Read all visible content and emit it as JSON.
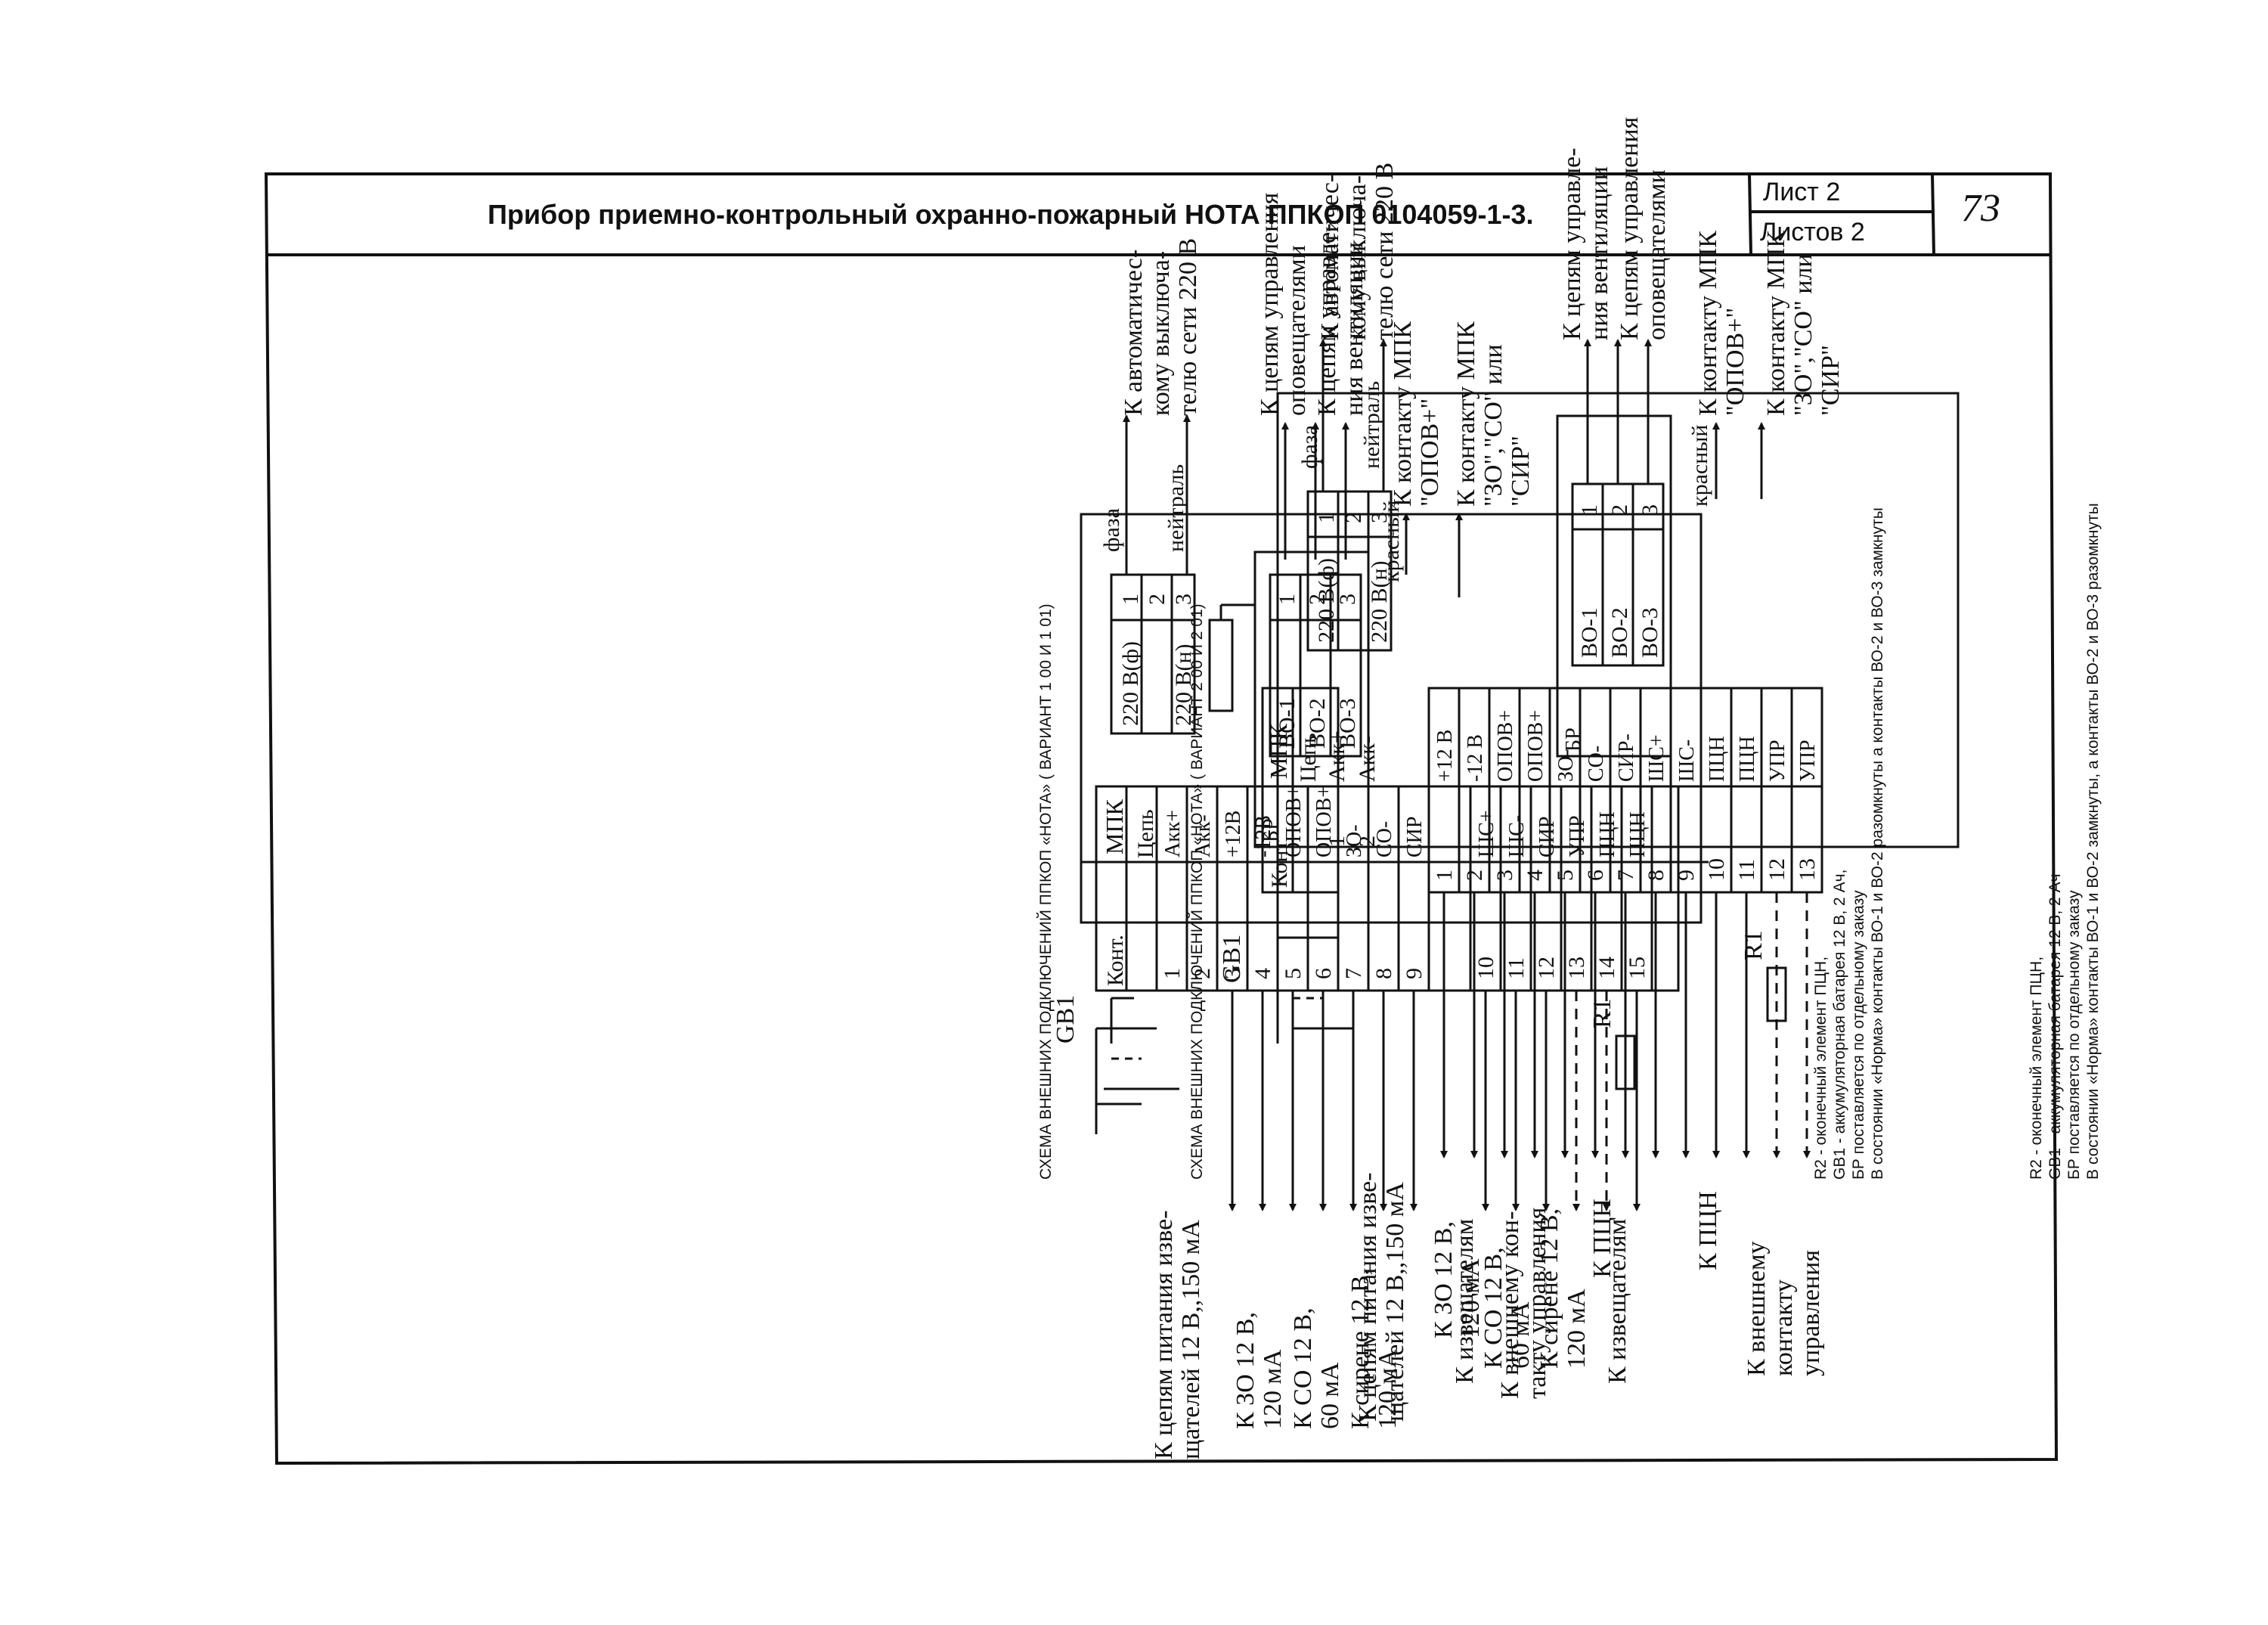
{
  "header": {
    "title": "Прибор приемно-контрольный охранно-пожарный НОТА ППКОП 0104059-1-3.",
    "sheet_label": "Лист 2",
    "sheets_label": "Листов 2",
    "page_number": "73"
  },
  "schemes": [
    {
      "title": "СХЕМА ВНЕШНИХ ПОДКЛЮЧЕНИЙ ППКОП «НОТА» ( ВАРИАНТ 1 00 И 1 01)",
      "gb1": "GB1",
      "r1": "R1",
      "br": "БР",
      "mpk": "МПК",
      "col_cont": "Конт.",
      "col_chain": "Цепь",
      "terminals": [
        {
          "n": "1",
          "name": "Акк+"
        },
        {
          "n": "2",
          "name": "Акк-"
        },
        {
          "n": "3",
          "name": "+12В"
        },
        {
          "n": "4",
          "name": "-12В"
        },
        {
          "n": "5",
          "name": "ОПОВ+"
        },
        {
          "n": "6",
          "name": "ОПОВ+"
        },
        {
          "n": "7",
          "name": "ЗО-"
        },
        {
          "n": "8",
          "name": "СО-"
        },
        {
          "n": "9",
          "name": "СИР"
        },
        {
          "n": "10",
          "name": "ШС+"
        },
        {
          "n": "11",
          "name": "ШС-"
        },
        {
          "n": "12",
          "name": "СИР"
        },
        {
          "n": "13",
          "name": "УПР"
        },
        {
          "n": "14",
          "name": "ПЦН"
        },
        {
          "n": "15",
          "name": "ПЦН"
        }
      ],
      "power_terminals": [
        {
          "n": "1",
          "name": "220 В(ф)"
        },
        {
          "n": "3",
          "name": "220 В(н)"
        }
      ],
      "power_mid": "2",
      "relay": [
        {
          "name": "ВО-1",
          "n": "1"
        },
        {
          "name": "ВО-2",
          "n": "2"
        },
        {
          "name": "ВО-3",
          "n": "3"
        }
      ],
      "labels": {
        "phase": "фаза",
        "neutral": "нейтраль",
        "mains": [
          "К автоматичес-",
          "кому выключа-",
          "телю сети 220 В"
        ],
        "alarm_ctrl": [
          "К цепям управления",
          "оповещателями"
        ],
        "vent_ctrl": [
          "К цепям управле-",
          "ния вентиляции"
        ],
        "red": "красный",
        "mpk_opov": [
          "К контакту МПК",
          "\"ОПОВ+\""
        ],
        "mpk_zo": [
          "К контакту МПК",
          "\"ЗО\",\"СО\" или",
          "\"СИР\""
        ],
        "sensors_power": [
          "К цепям питания изве-",
          "щателей 12 В,,150 мА"
        ],
        "zo": [
          "К ЗО 12 В,",
          "120 мА"
        ],
        "co": [
          "К СО 12 В,",
          "60 мА"
        ],
        "siren": [
          "К сирене 12 В,",
          "120 мА"
        ],
        "detectors": "К извещателям",
        "ext_contact": [
          "К внешнему кон-",
          "такту управления"
        ],
        "pcn": "К ПЦН"
      },
      "notes": [
        "R2 - оконечный элемент ПЦН,",
        "GB1 - аккумуляторная батарея 12 В, 2 Ач,",
        "БР поставляется по отдельному заказу",
        "В состоянии «Норма» контакты ВО-1 и ВО-2 разомкнуты а контакты ВО-2 и ВО-3 замкнуты"
      ]
    },
    {
      "title": "СХЕМА ВНЕШНИХ ПОДКЛЮЧЕНИЙ ППКОП «НОТА» ( ВАРИАНТ 2 00 И 2 01)",
      "gb1": "GB1",
      "r1": "R1",
      "br": "БР",
      "mpk": "МПК",
      "col_cont": "Конт",
      "col_chain": "Цепь",
      "acc_terminals": [
        {
          "n": "1",
          "name": "Акк+"
        },
        {
          "n": "2",
          "name": "Акк-"
        }
      ],
      "terminals": [
        {
          "n": "1",
          "name": "+12 В"
        },
        {
          "n": "2",
          "name": "-12 В"
        },
        {
          "n": "3",
          "name": "ОПОВ+"
        },
        {
          "n": "4",
          "name": "ОПОВ+"
        },
        {
          "n": "5",
          "name": "ЗО-"
        },
        {
          "n": "6",
          "name": "СО-"
        },
        {
          "n": "7",
          "name": "СИР-"
        },
        {
          "n": "8",
          "name": "ШС+"
        },
        {
          "n": "9",
          "name": "ШС-"
        },
        {
          "n": "10",
          "name": "ПЦН"
        },
        {
          "n": "11",
          "name": "ПЦН"
        },
        {
          "n": "12",
          "name": "УПР"
        },
        {
          "n": "13",
          "name": "УПР"
        }
      ],
      "power_terminals": [
        {
          "n": "1",
          "name": "220 В(ф)"
        },
        {
          "n": "3",
          "name": "220 В(н)"
        }
      ],
      "power_mid": "2",
      "relay": [
        {
          "name": "ВО-1",
          "n": "1"
        },
        {
          "name": "ВО-2",
          "n": "2"
        },
        {
          "name": "ВО-3",
          "n": "3"
        }
      ],
      "labels": {
        "phase": "фаза",
        "neutral": "нейтраль",
        "mains": [
          "К автоматичес-",
          "кому выключа-",
          "телю сети 220 В"
        ],
        "vent_ctrl": [
          "К цепям управле-",
          "ния вентиляции"
        ],
        "alarm_ctrl": [
          "К цепям управления",
          "оповещателями"
        ],
        "red": "красный",
        "mpk_opov": [
          "К контакту МПК",
          "\"ОПОВ+\""
        ],
        "mpk_zo": [
          "К контакту МПК",
          "\"ЗО\",\"СО\" или",
          "\"СИР\""
        ],
        "sensors_power": [
          "К цепям питания изве-",
          "щателей 12 В,,150 мА"
        ],
        "zo": [
          "К ЗО 12 В,",
          "120 мА"
        ],
        "co": [
          "К СО 12 В,",
          "60 мА"
        ],
        "siren": [
          "К сирене 12 В,",
          "120 мА"
        ],
        "detectors": "К извещателям",
        "pcn": "К ПЦН",
        "ext_contact": [
          "К внешнему",
          "контакту",
          "управления"
        ]
      },
      "notes": [
        "R2 - оконечный элемент ПЦН,",
        "GB1 - аккумуляторная батарея 12 В, 2 Ач",
        "БР поставляется по отдельному заказу",
        "В состоянии «Норма» контакты ВО-1 и ВО-2 замкнуты, а контакты ВО-2 и ВО-3 разомкнуты"
      ]
    }
  ]
}
